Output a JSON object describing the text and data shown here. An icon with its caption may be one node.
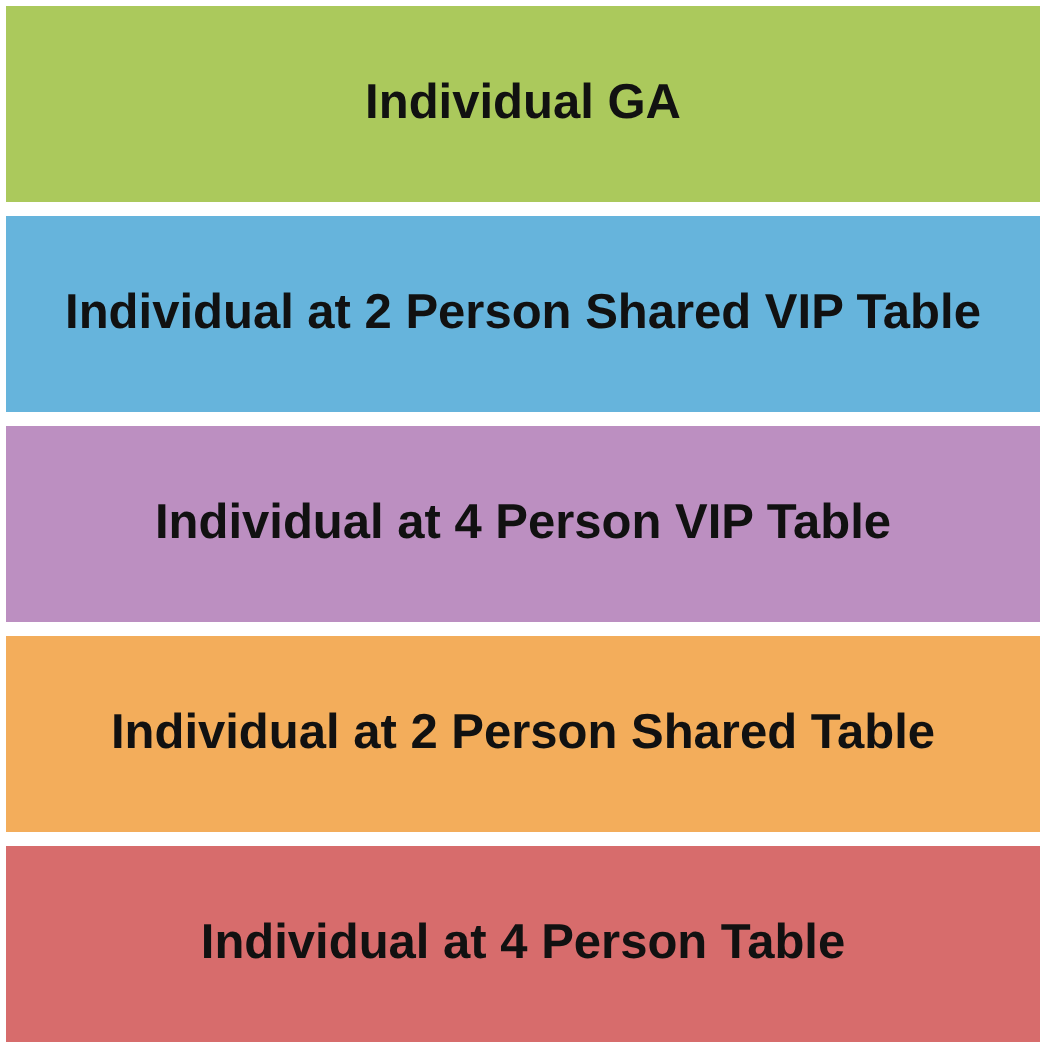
{
  "diagram": {
    "nodes": [
      {
        "text": [
          "Individual GA"
        ]
      },
      {
        "text": [
          "Individual at 2 Person Shared VIP Table"
        ]
      },
      {
        "text": [
          "Individual at 4 Person VIP Table"
        ]
      },
      {
        "text": [
          "Individual at 2 Person Shared Table"
        ]
      },
      {
        "text": [
          "Individual at 4 Person Table"
        ]
      }
    ]
  }
}
